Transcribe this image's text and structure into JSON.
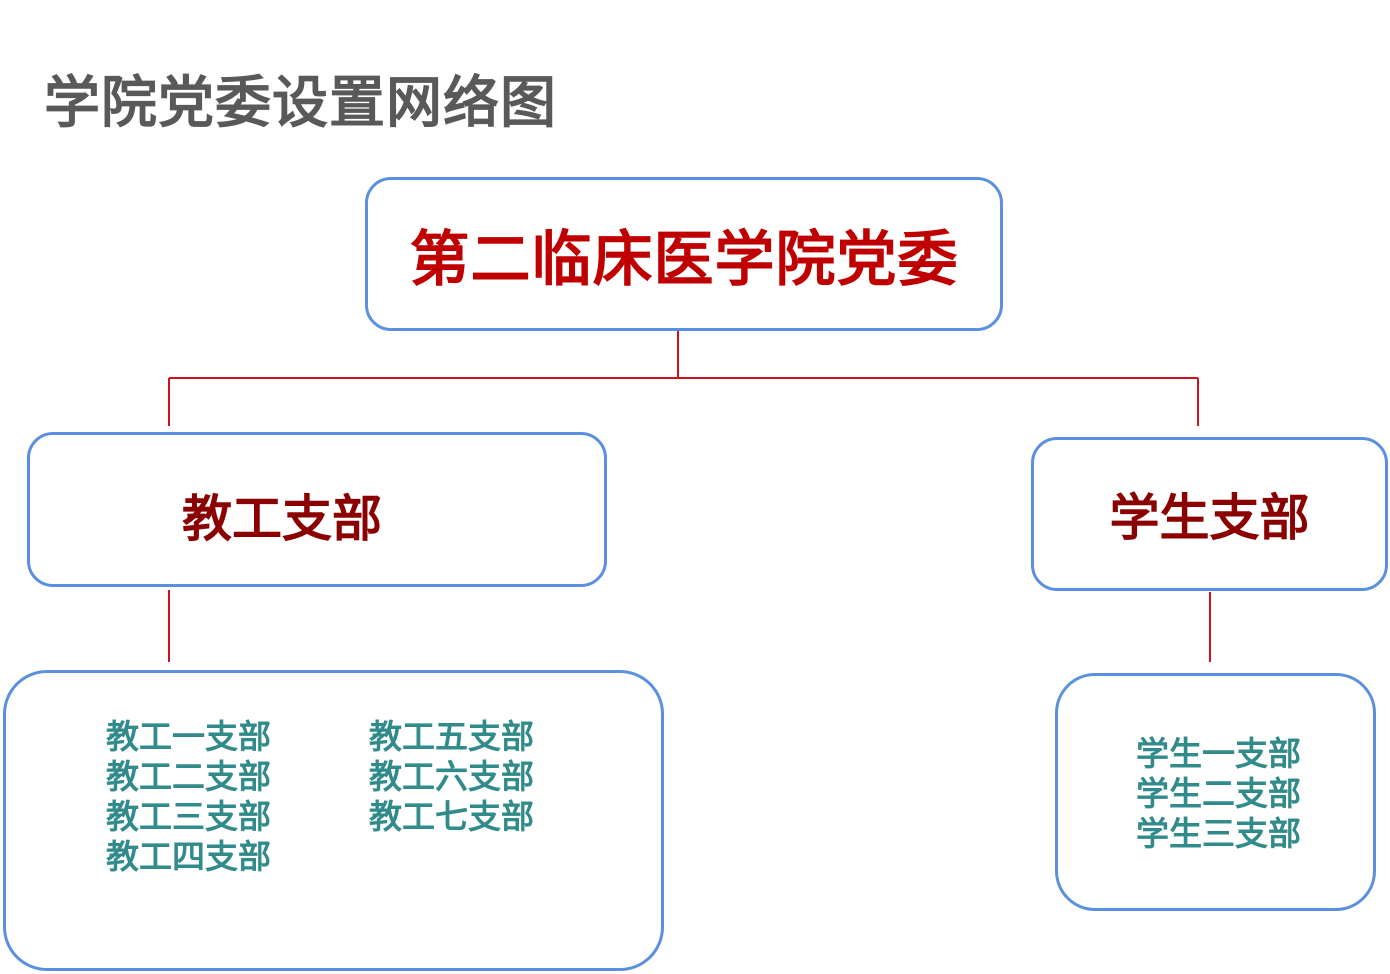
{
  "title": "学院党委设置网络图",
  "root": {
    "label": "第二临床医学院党委"
  },
  "staff": {
    "label": "教工支部",
    "branches_left": [
      "教工一支部",
      "教工二支部",
      "教工三支部",
      "教工四支部"
    ],
    "branches_right": [
      "教工五支部",
      "教工六支部",
      "教工七支部"
    ]
  },
  "student": {
    "label": "学生支部",
    "branches": [
      "学生一支部",
      "学生二支部",
      "学生三支部"
    ]
  },
  "colors": {
    "title": "#595959",
    "root_text": "#c00000",
    "node_text": "#8b0000",
    "branch_text": "#318b8b",
    "box_border": "#5b8fe0",
    "connector": "#d0101e"
  }
}
